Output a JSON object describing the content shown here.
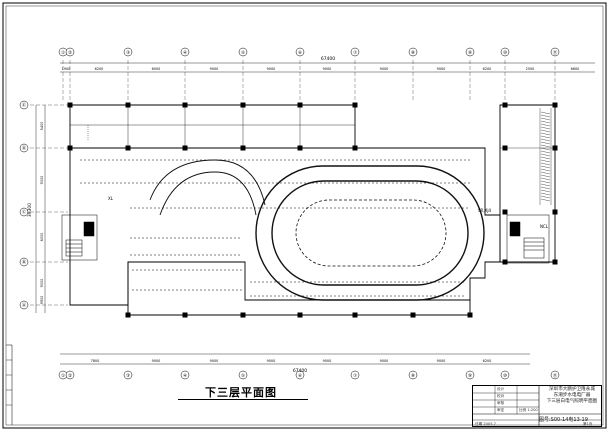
{
  "drawing": {
    "plan_title": "下三层平面图",
    "grid_cols": [
      "①",
      "②",
      "③",
      "④",
      "⑤",
      "⑥",
      "⑦",
      "⑧",
      "⑨",
      "⑩",
      "⑪"
    ],
    "grid_rows": [
      "Ⓐ",
      "Ⓑ",
      "Ⓒ",
      "Ⓓ",
      "Ⓔ"
    ],
    "top_total_dim": "67400",
    "bottom_total_dim": "67400",
    "top_dims": [
      "1900",
      "6200",
      "6000",
      "9000",
      "9000",
      "9000",
      "9000",
      "9000",
      "6200",
      "2500",
      "6600"
    ],
    "bottom_dims": [
      "7800",
      "9000",
      "9000",
      "9000",
      "9000",
      "9000",
      "9000",
      "6200"
    ],
    "left_dims": [
      "5400",
      "9000",
      "6000",
      "9000",
      "9900"
    ],
    "left_total_dim": "39300",
    "sheet_labels": [
      "XL",
      "NCL",
      "SR,XJ4"
    ]
  },
  "title_block": {
    "project_lines": [
      "深圳市大鹏护卫隆永城",
      "东潮步水电电厂器",
      "下三层白电气照明平面图"
    ],
    "rows": [
      "设计",
      "校对",
      "审核",
      "审定",
      "比例 1:200"
    ],
    "drawing_no": "图号:S00-14电13-19",
    "date": "日期 2005.7",
    "page": "第1页"
  },
  "colors": {
    "line": "#000000",
    "track": "#111111",
    "background": "#ffffff"
  }
}
